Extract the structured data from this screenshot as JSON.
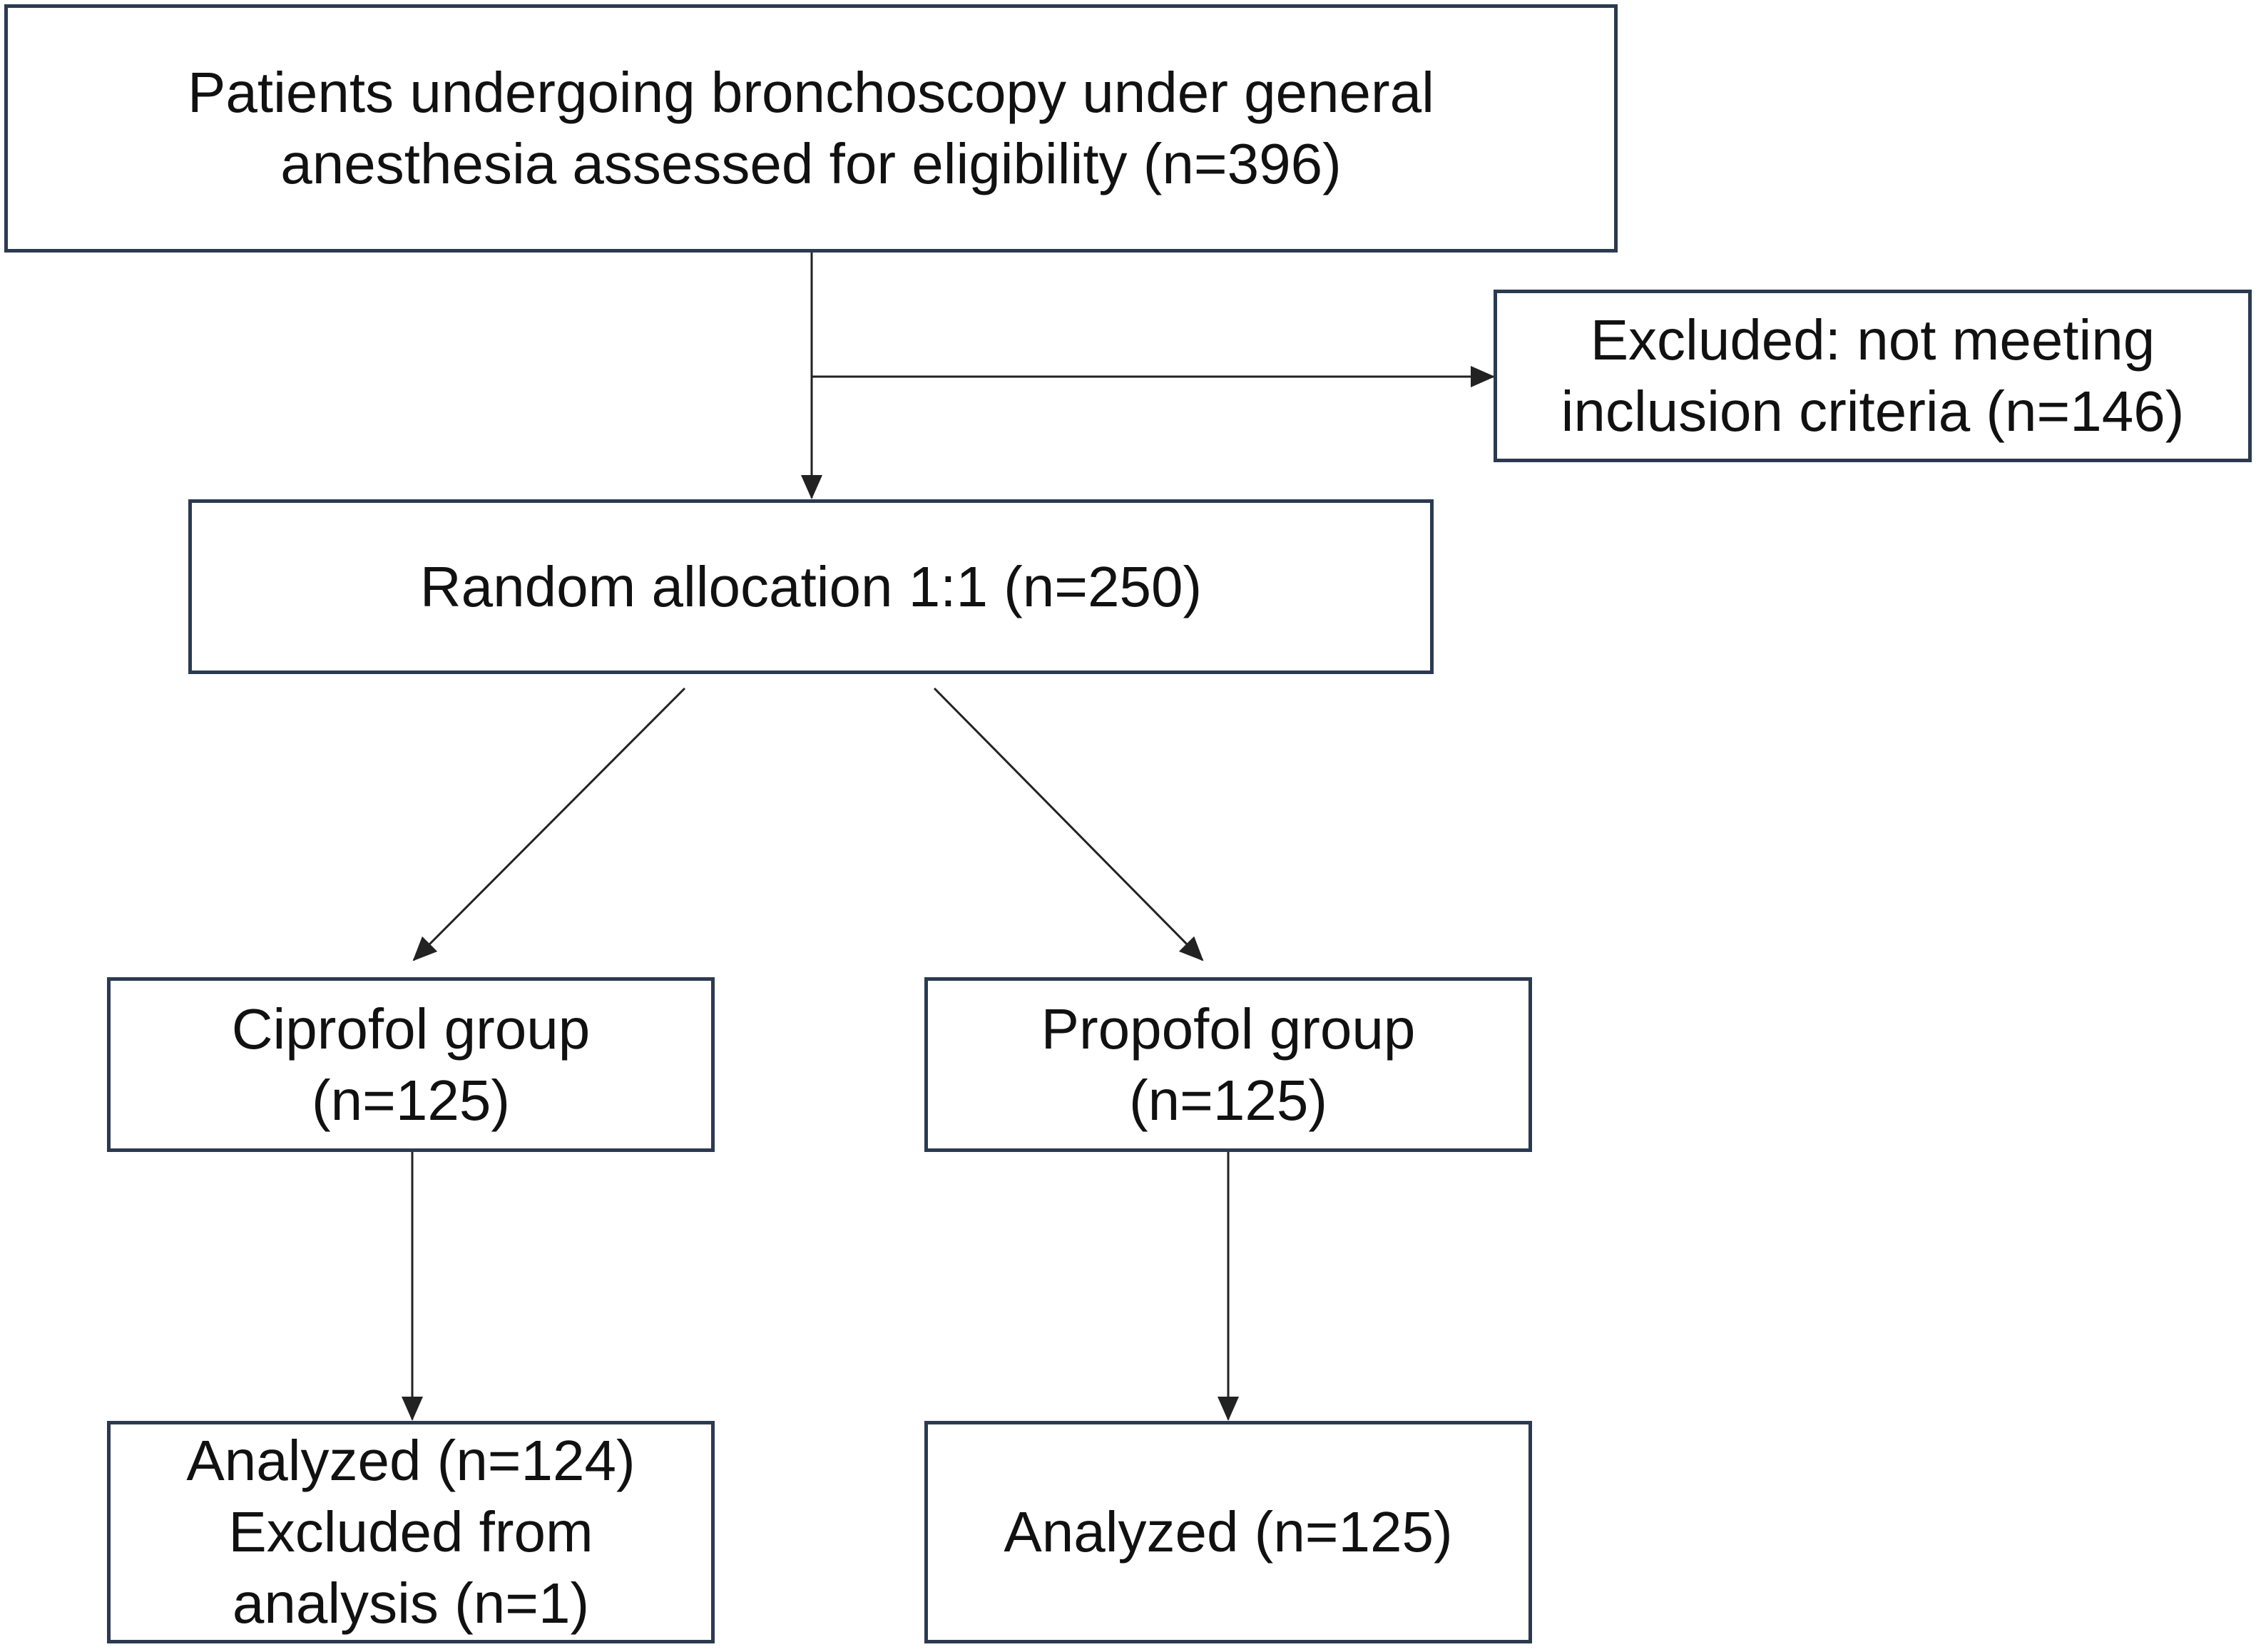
{
  "diagram": {
    "assessed": {
      "line1": "Patients undergoing bronchoscopy under general",
      "line2": "anesthesia assessed for eligibility (n=396)"
    },
    "excluded": {
      "line1": "Excluded: not meeting",
      "line2": "inclusion criteria (n=146)"
    },
    "randomized": {
      "line1": "Random allocation 1:1 (n=250)"
    },
    "ciprofol_group": {
      "line1": "Ciprofol group",
      "line2": "(n=125)"
    },
    "propofol_group": {
      "line1": "Propofol group",
      "line2": "(n=125)"
    },
    "ciprofol_analyzed": {
      "line1": "Analyzed (n=124)",
      "line2": "Excluded from",
      "line3": "analysis (n=1)"
    },
    "propofol_analyzed": {
      "line1": "Analyzed (n=125)"
    },
    "colors": {
      "box_border": "#2b3a50",
      "line": "#222222",
      "text": "#111111"
    }
  }
}
